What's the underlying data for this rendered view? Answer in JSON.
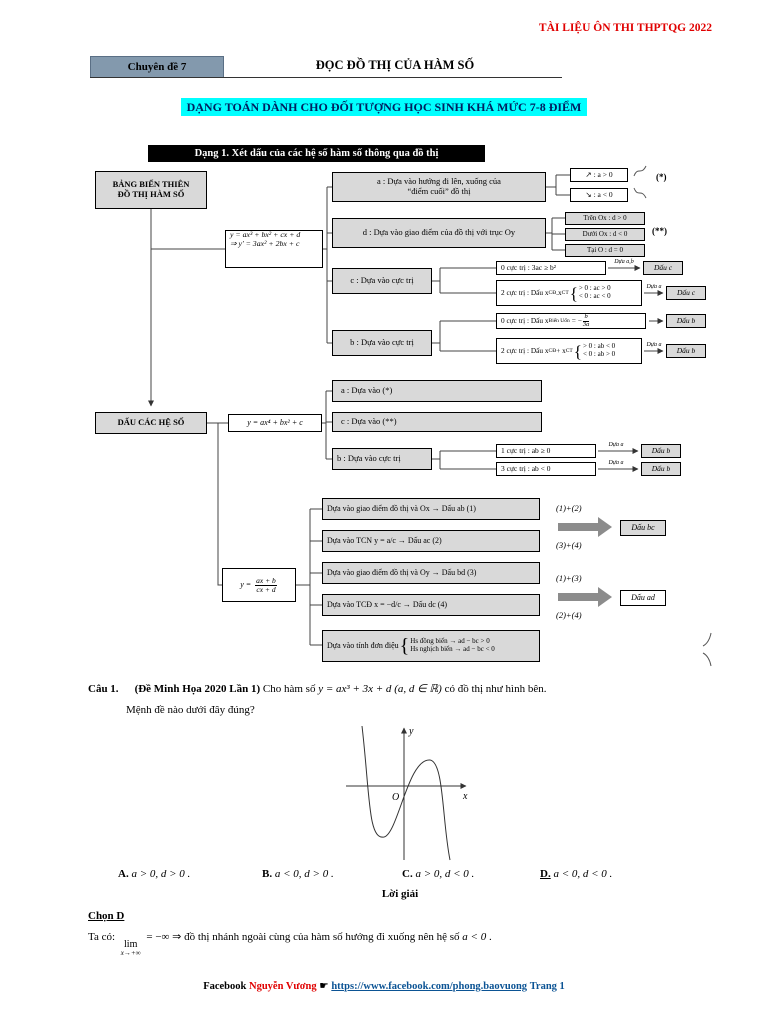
{
  "colors": {
    "accent-red": "#e00000",
    "highlight-cyan": "#00ffff",
    "title-navy": "#002060",
    "link-blue": "#0b5394",
    "badge-bg": "#8399ad"
  },
  "header": {
    "watermark": "TÀI LIỆU ÔN THI THPTQG 2022",
    "badge": "Chuyên đề 7",
    "title": "ĐỌC ĐỒ THỊ CỦA HÀM SỐ"
  },
  "banner": {
    "main": "DẠNG TOÁN DÀNH CHO ĐỐI TƯỢNG HỌC SINH KHÁ MỨC 7-8 ĐIỂM",
    "dang": "Dạng 1. Xét dấu của các hệ số hàm số thông qua đồ thị"
  },
  "glyphs": {
    "brace": "{"
  },
  "flow": {
    "bbt1": "BẢNG BIẾN THIÊN",
    "bbt2": "ĐỒ THỊ HÀM SỐ",
    "dau": "DẤU CÁC HỆ SỐ",
    "cubic": {
      "f1": "y = ax³ + bx² + cx + d",
      "f2": "⇒ y′ = 3ax² + 2bx + c",
      "a_label1": "a : Dựa vào hướng đi lên, xuống của",
      "a_label2": "“điểm cuối” đồ thị",
      "a_up": "↗ : a > 0",
      "a_down": "↘ : a < 0",
      "a_mark": "(*)",
      "d_label": "d : Dựa vào giao điểm của đồ thị với trục Oy",
      "d_opt1": "Trên Ox : d > 0",
      "d_opt2": "Dưới Ox : d < 0",
      "d_opt3": "Tại O : d = 0",
      "d_mark": "(**)",
      "c_label": "c : Dựa vào cực trị",
      "c_case1": "0 cực trị : 3ac ≥ b²",
      "c_arrow1": "Dựa a,b",
      "c_res1": "Dấu c",
      "c_case2a": "2 cực trị : Dấu x",
      "c_case2_sub1": "CĐ",
      "c_case2b": ".x",
      "c_case2_sub2": "CT",
      "c_opt1": "> 0 : ac > 0",
      "c_opt2": "< 0 : ac < 0",
      "c_arrow2": "Dựa a",
      "c_res2": "Dấu c",
      "b_label": "b : Dựa vào cực trị",
      "b_case1a": "0 cực trị : Dấu x",
      "b_case1_sub": "Biến Uốn",
      "b_case1_eq": "= −",
      "b_case1_num": "b",
      "b_case1_den": "3a",
      "b_res1": "Dấu b",
      "b_case2a": "2 cực trị : Dấu x",
      "b_case2_sub1": "CĐ",
      "b_case2b": "+ x",
      "b_case2_sub2": "CT",
      "b_opt1": "> 0 : ab < 0",
      "b_opt2": "< 0 : ab > 0",
      "b_arrow2": "Dựa a",
      "b_res2": "Dấu b"
    },
    "quartic": {
      "f": "y = ax⁴ + bx² + c",
      "a_label": "a : Dựa vào (*)",
      "c_label": "c : Dựa vào (**)",
      "b_label": "b : Dựa vào cực trị",
      "b_case1": "1 cực trị : ab ≥ 0",
      "b_arrow1": "Dựa a",
      "b_res1": "Dấu b",
      "b_case2": "3 cực trị : ab < 0",
      "b_arrow2": "Dựa a",
      "b_res2": "Dấu b"
    },
    "rational": {
      "fy": "y =",
      "fnum": "ax + b",
      "fden": "cx + d",
      "r1": "Dựa vào giao điểm đồ thị và Ox → Dấu ab  (1)",
      "r2": "Dựa vào TCN  y = a/c  → Dấu ac  (2)",
      "r3": "Dựa vào giao điểm đồ thị và Oy → Dấu bd  (3)",
      "r4": "Dựa vào TCĐ  x = −d/c  → Dấu dc  (4)",
      "r5": "Dựa vào tính đơn điệu",
      "r5_opt1": "Hs đồng biến → ad − bc > 0",
      "r5_opt2": "Hs nghịch biến → ad − bc < 0",
      "comb1a": "(1)+(2)",
      "comb1b": "(3)+(4)",
      "comb1res": "Dấu bc",
      "comb2a": "(1)+(3)",
      "comb2b": "(2)+(4)",
      "comb2res": "Dấu ad"
    }
  },
  "question": {
    "number": "Câu 1.",
    "source": "(Đề Minh Họa 2020 Lần 1)",
    "stem_pre": "Cho hàm số",
    "stem_math": "y = ax³ + 3x + d",
    "stem_cond": "(a, d ∈ ℝ)",
    "stem_post": "có đồ thị như hình bên.",
    "stem_line2": "Mệnh đề nào dưới đây đúng?",
    "graph": {
      "y_label": "y",
      "x_label": "x",
      "origin": "O"
    },
    "options": [
      {
        "key": "A.",
        "text": "a > 0, d > 0 ."
      },
      {
        "key": "B.",
        "text": "a < 0, d > 0 ."
      },
      {
        "key": "C.",
        "text": "a > 0, d < 0 ."
      },
      {
        "key": "D.",
        "text": "a < 0, d < 0 ."
      }
    ],
    "solution_header": "Lời giải",
    "choice": "Chọn D",
    "sol_pre": "Ta có:",
    "sol_lim": "lim",
    "sol_lim_sub": "x→+∞",
    "sol_post": "= −∞ ⇒ đồ thị nhánh ngoài cùng của hàm số hướng đi xuống nên hệ số",
    "sol_math": "a < 0",
    "sol_end": "."
  },
  "footer": {
    "label": "Facebook",
    "name": "Nguyễn Vương",
    "pointer": "☛",
    "url": "https://www.facebook.com/phong.baovuong",
    "page": "Trang 1"
  }
}
